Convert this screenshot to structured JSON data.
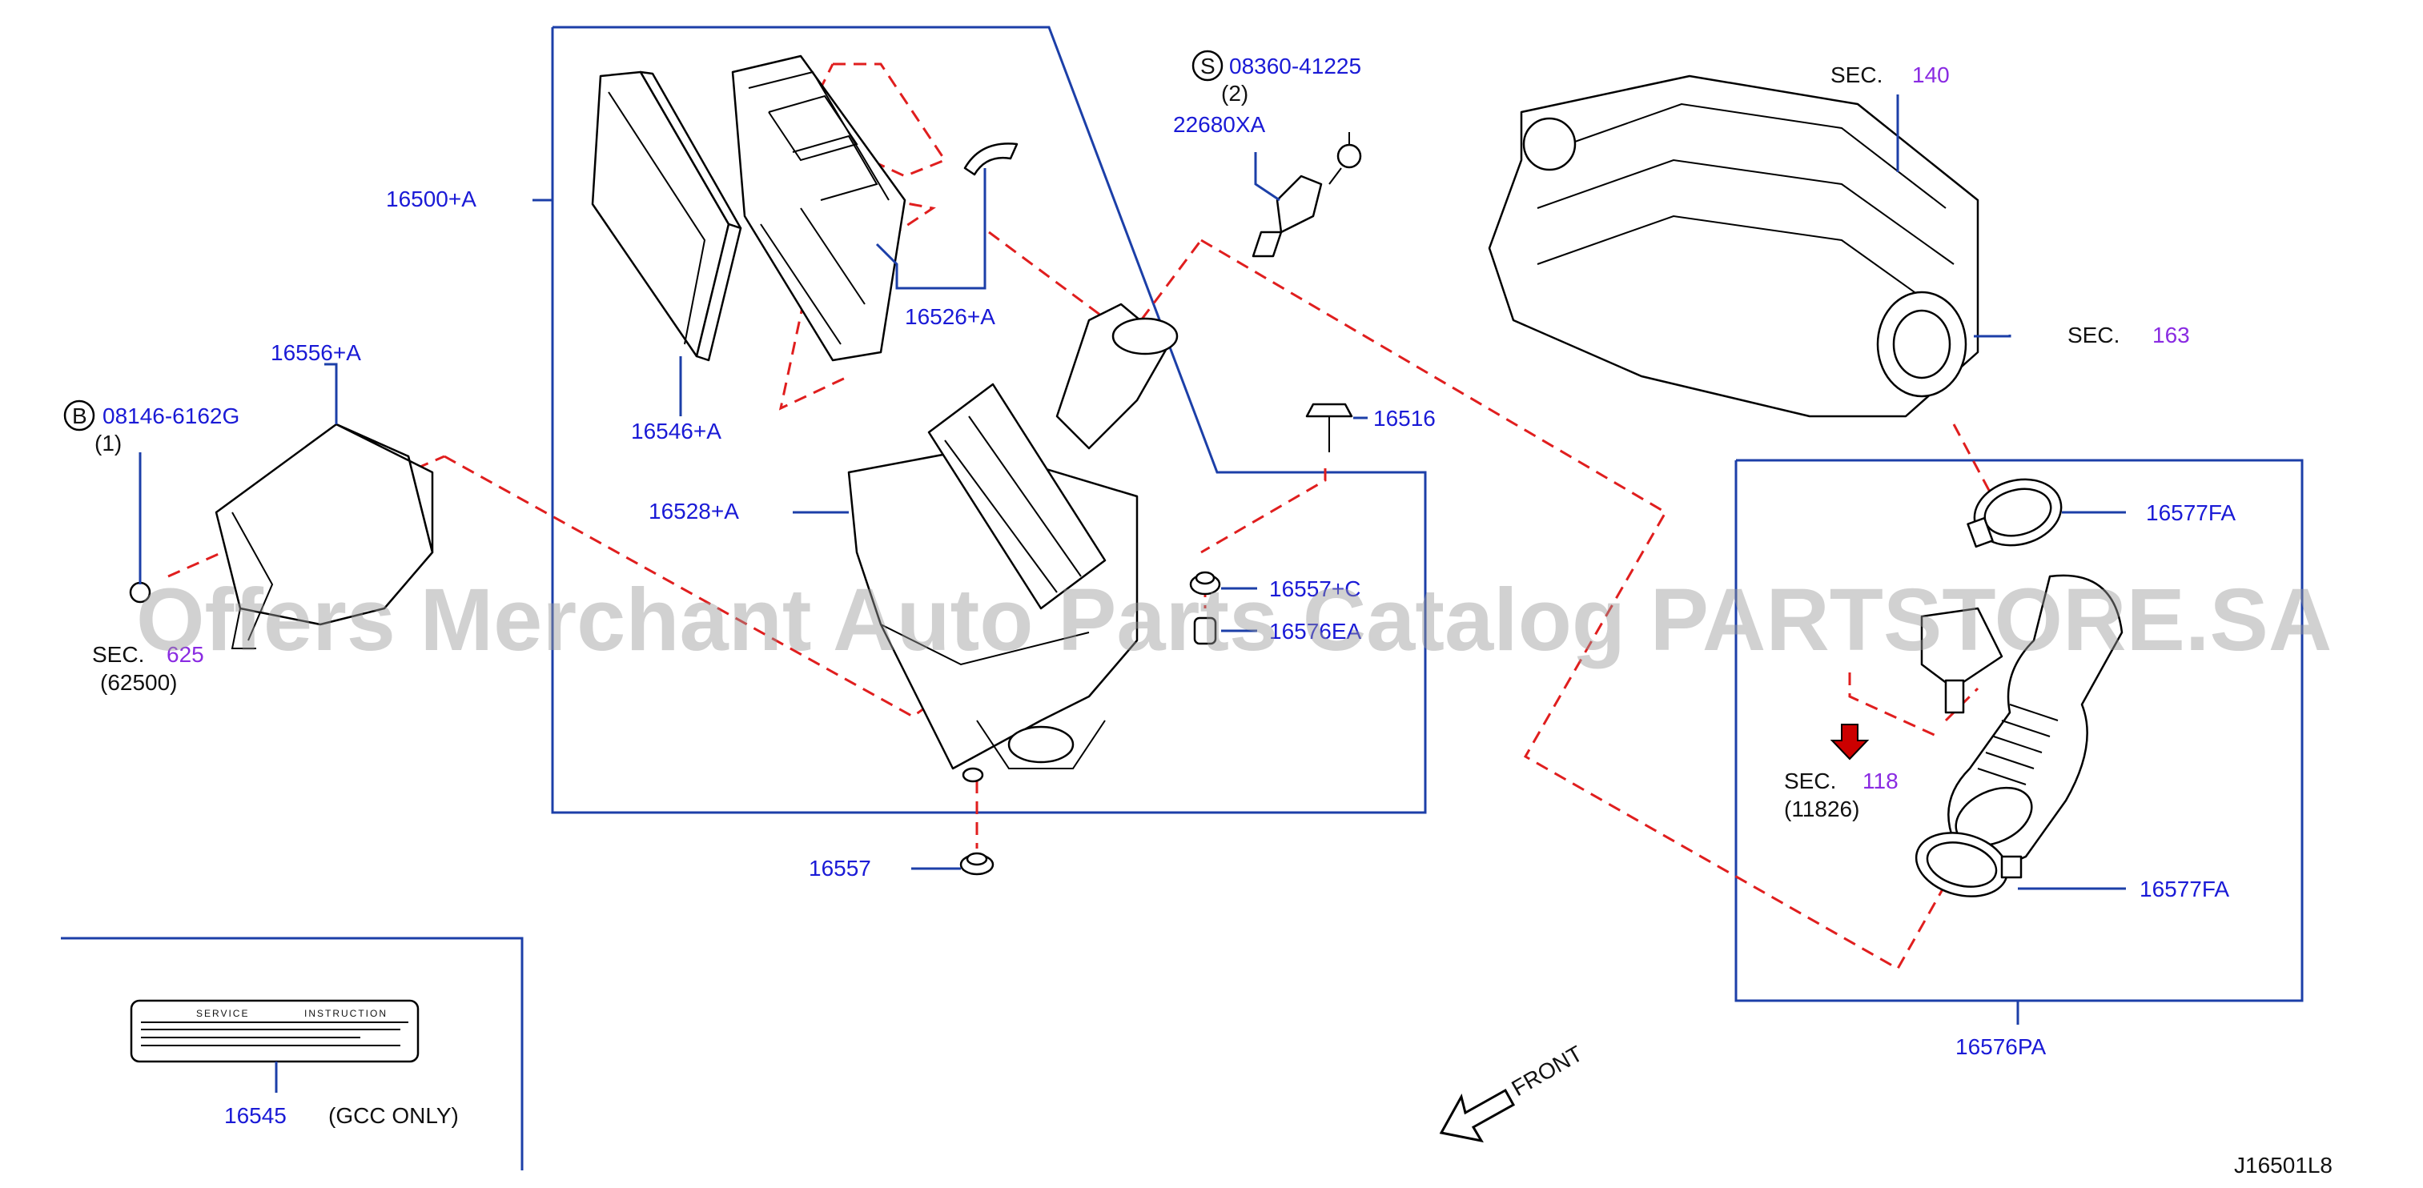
{
  "diagram_code": "J16501L8",
  "watermark": "Offers Merchant Auto Parts Catalog PARTSTORE.SA",
  "front_label": "FRONT",
  "notes": {
    "gcc_only": "(GCC ONLY)",
    "label_heading_left": "SERVICE",
    "label_heading_right": "INSTRUCTION"
  },
  "fasteners": {
    "screw": {
      "circle_letter": "S",
      "part_no": "08360-41225",
      "qty": "(2)"
    },
    "bolt": {
      "circle_letter": "B",
      "part_no": "08146-6162G",
      "qty": "(1)"
    }
  },
  "parts": {
    "p16500A": "16500+A",
    "p22680XA": "22680XA",
    "p16526A": "16526+A",
    "p16546A": "16546+A",
    "p16528A": "16528+A",
    "p16556A": "16556+A",
    "p16516": "16516",
    "p16557C": "16557+C",
    "p16576EA": "16576EA",
    "p16557": "16557",
    "p16545": "16545",
    "p16577FA_top": "16577FA",
    "p16577FA_bottom": "16577FA",
    "p16576PA": "16576PA"
  },
  "sections": {
    "s140": {
      "label": "SEC.",
      "number": "140"
    },
    "s163": {
      "label": "SEC.",
      "number": "163"
    },
    "s625": {
      "label": "SEC.",
      "number": "625",
      "sub": "(62500)"
    },
    "s118": {
      "label": "SEC.",
      "number": "118",
      "sub": "(11826)"
    }
  },
  "colors": {
    "part_number": "#1a1ad6",
    "section_number": "#8a2be2",
    "leader": "#1c3fa8",
    "dashed": "#e01e1e"
  }
}
